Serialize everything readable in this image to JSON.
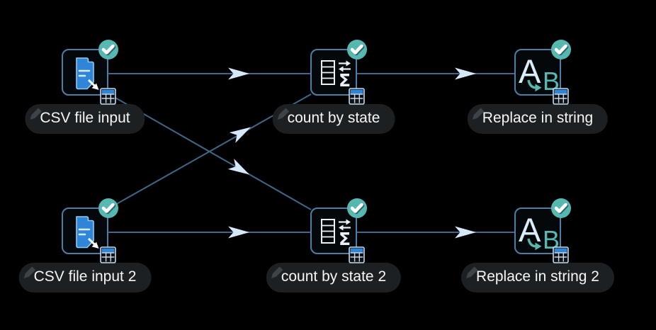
{
  "app": {
    "name": "pipeline canvas",
    "theme": "dark"
  },
  "colors": {
    "bg": "#000000",
    "line": "#3f6787",
    "arrow": "#d6e9fa",
    "node_border": "#4d7fa6",
    "node_fill": "#05080b",
    "check": "#57b8b1",
    "blue": "#2f86d8",
    "teal": "#57b8b1",
    "pill_bg": "#1d2023",
    "pill_text": "#f6f6f4",
    "icon_light": "#eaf2f8",
    "pencil": "#43474b"
  },
  "nodes": [
    {
      "label": "CSV file input",
      "type": "csv-file-input",
      "status": "success"
    },
    {
      "label": "count by state",
      "type": "group-by",
      "status": "success"
    },
    {
      "label": "Replace in string",
      "type": "replace-in-string",
      "status": "success"
    },
    {
      "label": "CSV file input 2",
      "type": "csv-file-input",
      "status": "success"
    },
    {
      "label": "count by state 2",
      "type": "group-by",
      "status": "success"
    },
    {
      "label": "Replace in string 2",
      "type": "replace-in-string",
      "status": "success"
    }
  ],
  "connections": [
    {
      "from": "CSV file input",
      "to": "count by state"
    },
    {
      "from": "CSV file input",
      "to": "count by state 2"
    },
    {
      "from": "CSV file input 2",
      "to": "count by state 2"
    },
    {
      "from": "CSV file input 2",
      "to": "count by state"
    },
    {
      "from": "count by state",
      "to": "Replace in string"
    },
    {
      "from": "count by state 2",
      "to": "Replace in string 2"
    }
  ],
  "glyphs": {
    "sigma": "Σ",
    "letter_a": "A",
    "letter_b": "B"
  }
}
